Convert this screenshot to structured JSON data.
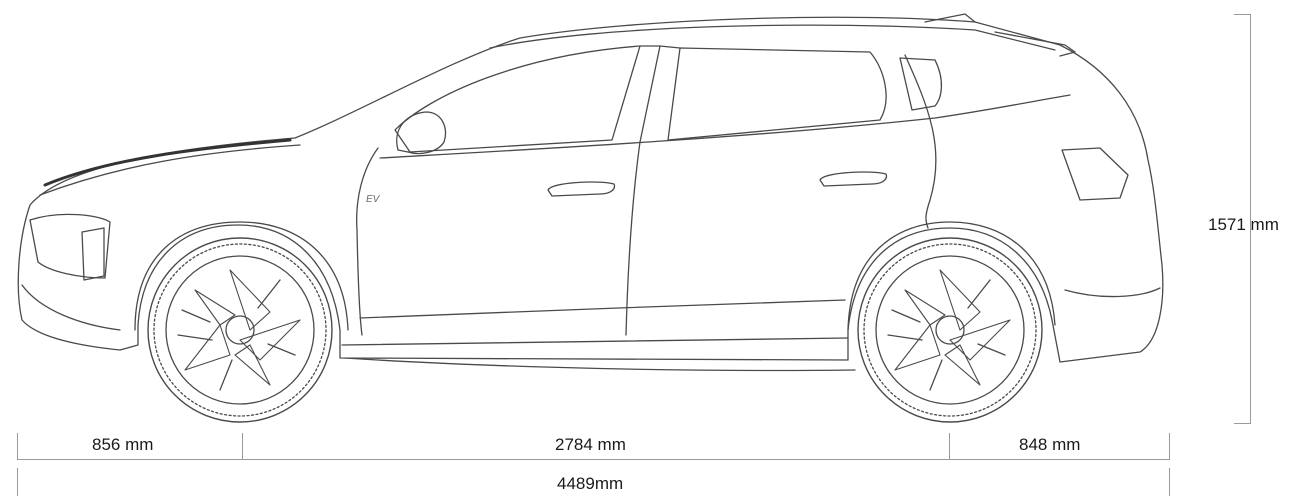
{
  "dimensions": {
    "height": "1571 mm",
    "front_overhang": "856 mm",
    "wheelbase": "2784 mm",
    "rear_overhang": "848 mm",
    "overall_length": "4489mm"
  },
  "badge": "EV"
}
